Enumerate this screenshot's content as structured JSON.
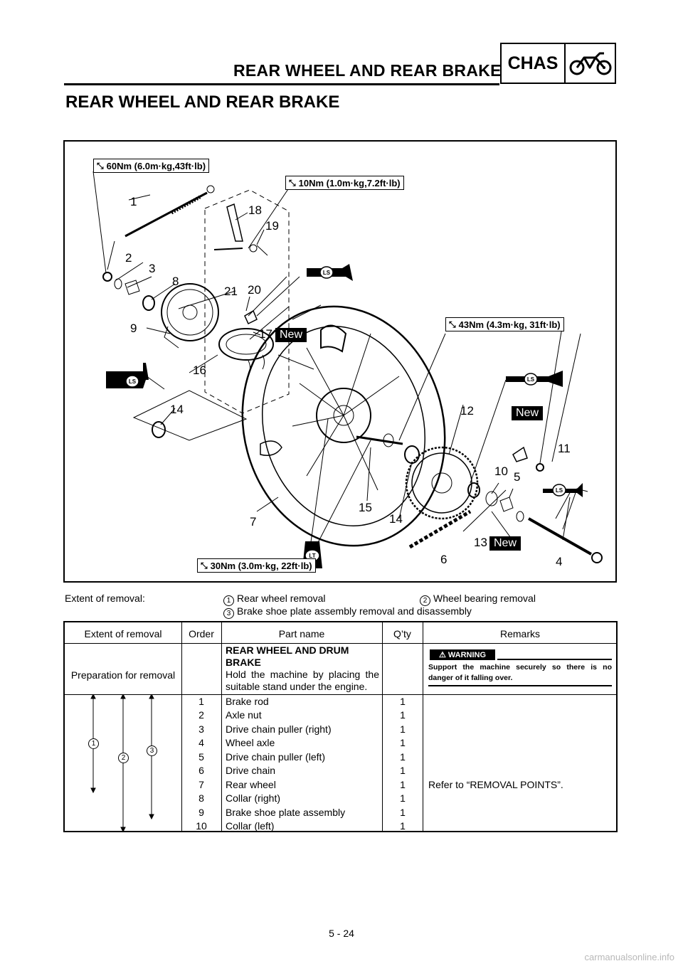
{
  "header": {
    "title": "REAR WHEEL AND REAR BRAKE",
    "section_label": "CHAS"
  },
  "section_title": "REAR WHEEL AND REAR BRAKE",
  "figure": {
    "torques": {
      "t60": "60Nm (6.0m·kg,43ft·lb)",
      "t10": "10Nm (1.0m·kg,7.2ft·lb)",
      "t43": "43Nm (4.3m·kg, 31ft·lb)",
      "t30": "30Nm (3.0m·kg, 22ft·lb)"
    },
    "numbers": {
      "n1": "1",
      "n2": "2",
      "n3": "3",
      "n4": "4",
      "n5": "5",
      "n6": "6",
      "n7": "7",
      "n8": "8",
      "n9": "9",
      "n10": "10",
      "n11": "11",
      "n12": "12",
      "n13": "13",
      "n14a": "14",
      "n14b": "14",
      "n15": "15",
      "n16": "16",
      "n17": "17",
      "n18": "18",
      "n19": "19",
      "n20": "20",
      "n21": "21"
    },
    "new_label": "New",
    "ls_label": "LS",
    "lt_label": "LT"
  },
  "extent": {
    "label": "Extent of removal:",
    "item1": "Rear wheel removal",
    "item2": "Wheel bearing removal",
    "item3": "Brake shoe plate assembly removal and disassembly",
    "m1": "1",
    "m2": "2",
    "m3": "3"
  },
  "table": {
    "headers": {
      "extent": "Extent of removal",
      "order": "Order",
      "part": "Part name",
      "qty": "Q’ty",
      "remarks": "Remarks"
    },
    "prep": {
      "extent": "Preparation for removal",
      "part_bold": "REAR WHEEL AND DRUM BRAKE",
      "part_text": "Hold the machine by placing the suitable stand under the engine.",
      "warning_label": "WARNING",
      "warning_text": "Support the machine securely so there is no danger of it falling over."
    },
    "markers": {
      "m1": "1",
      "m2": "2",
      "m3": "3"
    },
    "rows": [
      {
        "order": "1",
        "part": "Brake rod",
        "qty": "1"
      },
      {
        "order": "2",
        "part": "Axle nut",
        "qty": "1"
      },
      {
        "order": "3",
        "part": "Drive chain puller (right)",
        "qty": "1"
      },
      {
        "order": "4",
        "part": "Wheel axle",
        "qty": "1"
      },
      {
        "order": "5",
        "part": "Drive chain puller (left)",
        "qty": "1"
      },
      {
        "order": "6",
        "part": "Drive chain",
        "qty": "1"
      },
      {
        "order": "7",
        "part": "Rear wheel",
        "qty": "1"
      },
      {
        "order": "8",
        "part": "Collar (right)",
        "qty": "1"
      },
      {
        "order": "9",
        "part": "Brake shoe plate assembly",
        "qty": "1"
      },
      {
        "order": "10",
        "part": "Collar (left)",
        "qty": "1"
      }
    ],
    "remarks": "Refer to “REMOVAL POINTS”."
  },
  "page_number": "5 - 24",
  "watermark": "carmanualsonline.info"
}
